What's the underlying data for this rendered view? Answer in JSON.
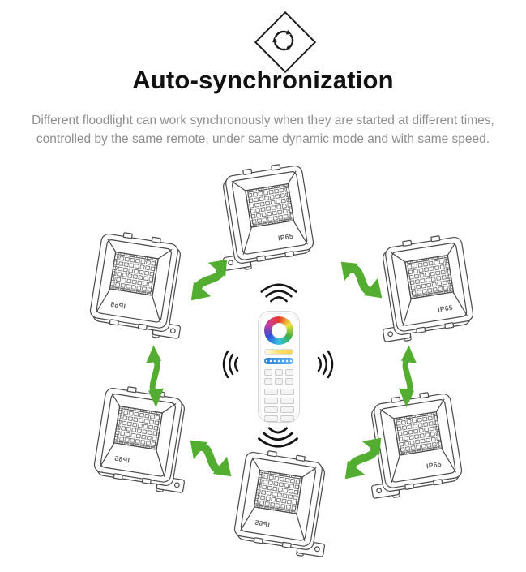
{
  "header": {
    "icon": "auto-sync-icon",
    "title": "Auto-synchronization",
    "description": "Different floodlight can work synchronously when they are started at different times, controlled by the same remote, under same dynamic mode and with same speed."
  },
  "diagram": {
    "arrow_color": "#53ad31",
    "line_color": "#4a4a4a",
    "floodlights": [
      {
        "position": "top",
        "label": "IP65",
        "mirrored": false
      },
      {
        "position": "upper-left",
        "label": "IP65",
        "mirrored": true
      },
      {
        "position": "upper-right",
        "label": "IP65",
        "mirrored": false
      },
      {
        "position": "lower-left",
        "label": "IP65",
        "mirrored": true
      },
      {
        "position": "bottom-center",
        "label": "IP65",
        "mirrored": true
      },
      {
        "position": "lower-right",
        "label": "IP65",
        "mirrored": false
      }
    ],
    "remote": {
      "type": "rgb-cct-zone-remote",
      "controls": [
        "color-wheel",
        "cct-slider",
        "brightness-slider",
        "function-buttons",
        "zone-buttons"
      ],
      "signal_waves": [
        "up",
        "down",
        "left",
        "right"
      ]
    }
  }
}
